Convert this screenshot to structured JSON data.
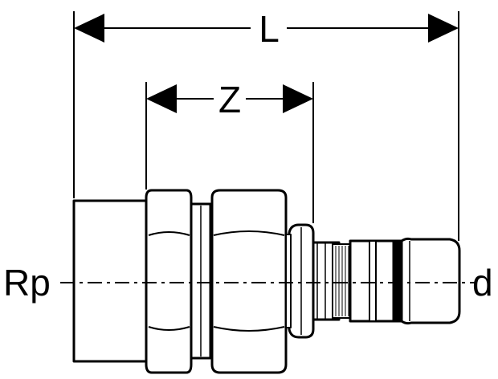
{
  "diagram": {
    "dimension_total_label": "L",
    "dimension_insertion_label": "Z",
    "left_connection_label": "Rp",
    "right_connection_label": "d"
  },
  "colors": {
    "line": "#000000",
    "background": "#ffffff"
  }
}
